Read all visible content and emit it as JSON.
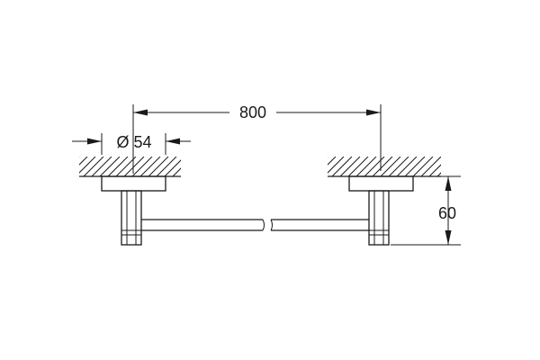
{
  "dimensions": {
    "length": "800",
    "diameter": "Ø 54",
    "projection": "60"
  },
  "colors": {
    "line": "#1a1a1a",
    "background": "#ffffff"
  }
}
